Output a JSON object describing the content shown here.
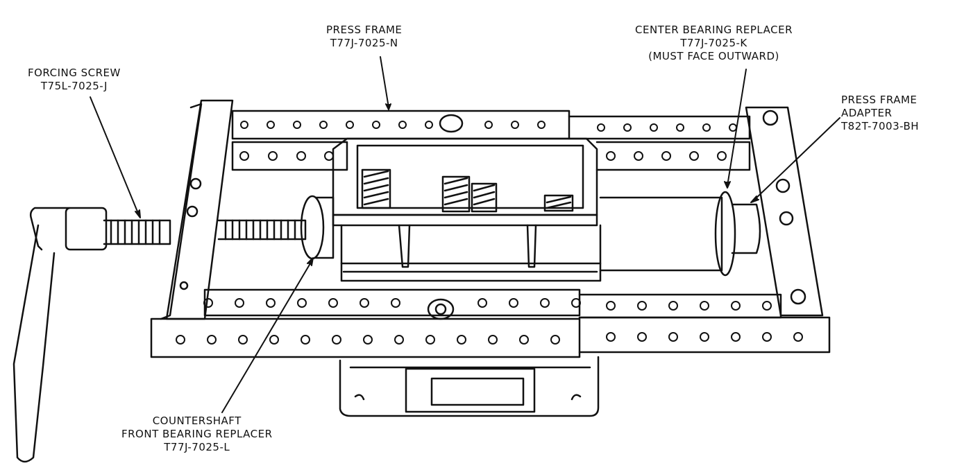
{
  "labels": {
    "press_frame": {
      "line1": "PRESS FRAME",
      "line2": "T77J-7025-N"
    },
    "forcing_screw": {
      "line1": "FORCING SCREW",
      "line2": "T75L-7025-J"
    },
    "center_bearing": {
      "line1": "CENTER BEARING REPLACER",
      "line2": "T77J-7025-K",
      "line3": "(MUST FACE OUTWARD)"
    },
    "press_frame_adapter": {
      "line1": "PRESS FRAME",
      "line2": "ADAPTER",
      "line3": "T82T-7003-BH"
    },
    "countershaft": {
      "line1": "COUNTERSHAFT",
      "line2": "FRONT BEARING REPLACER",
      "line3": "T77J-7025-L"
    }
  },
  "colors": {
    "ink": "#111111",
    "paper": "#ffffff"
  }
}
